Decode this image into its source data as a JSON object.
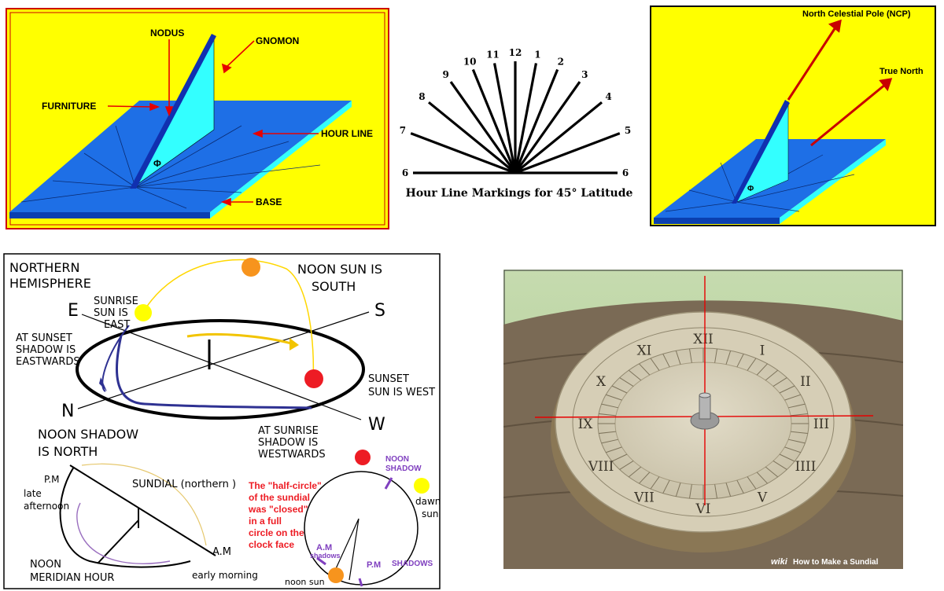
{
  "panel_sundial_parts": {
    "labels": {
      "nodus": "NODUS",
      "gnomon": "GNOMON",
      "furniture": "FURNITURE",
      "hour_line": "HOUR LINE",
      "base": "BASE",
      "phi": "Φ"
    },
    "colors": {
      "background": "#ffff00",
      "plate": "#1e6fe6",
      "gnomon": "#33ffff",
      "arrow": "#e60000",
      "border": "#cc0000"
    }
  },
  "panel_hour_lines": {
    "caption": "Hour Line Markings for 45° Latitude",
    "hours": [
      "6",
      "7",
      "8",
      "9",
      "10",
      "11",
      "12",
      "1",
      "2",
      "3",
      "4",
      "5",
      "6"
    ]
  },
  "panel_ncp": {
    "labels": {
      "ncp": "North Celestial Pole (NCP)",
      "true_north": "True North",
      "phi": "Φ"
    }
  },
  "panel_orientation": {
    "title_line1": "NORTHERN",
    "title_line2": "HEMISPHERE",
    "noon_sun_line1": "NOON SUN IS",
    "noon_sun_line2": "SOUTH",
    "sunrise_line1": "SUNRISE",
    "sunrise_line2": "SUN IS",
    "sunrise_line3": "EAST",
    "sunset_shadow_line1": "AT SUNSET",
    "sunset_shadow_line2": "SHADOW IS",
    "sunset_shadow_line3": "EASTWARDS",
    "sunset_sun_line1": "SUNSET",
    "sunset_sun_line2": "SUN IS WEST",
    "sunrise_shadow_line1": "AT SUNRISE",
    "sunrise_shadow_line2": "SHADOW IS",
    "sunrise_shadow_line3": "WESTWARDS",
    "noon_shadow_line1": "NOON SHADOW",
    "noon_shadow_line2": "IS NORTH",
    "compass": {
      "e": "E",
      "s": "S",
      "n": "N",
      "w": "W"
    },
    "pm": "P.M",
    "late_afternoon_line1": "late",
    "late_afternoon_line2": "afternoon",
    "sundial_northern": "SUNDIAL (northern )",
    "am": "A.M",
    "noon_meridian_line1": "NOON",
    "noon_meridian_line2": "MERIDIAN HOUR",
    "early_morning": "early morning",
    "half_circle_note": [
      "The \"half-circle\"",
      "of the sundial",
      "was \"closed\"",
      "in a full",
      "circle on the",
      "clock face"
    ],
    "noon_shadow_small_line1": "NOON",
    "noon_shadow_small_line2": "SHADOW",
    "dawn_sun_line1": "dawn",
    "dawn_sun_line2": "sun",
    "am_shadows_line1": "A.M",
    "am_shadows_line2": "shadows",
    "pm_small": "P.M",
    "shadows": "SHADOWS",
    "noon_sun": "noon sun",
    "colors": {
      "sun_orange": "#f7941d",
      "sun_yellow": "#ffff00",
      "sun_red": "#ed1c24",
      "arc_yellow": "#ffd700",
      "arc_blue": "#2e3192",
      "red_note": "#ed1c24",
      "purple": "#7f3fbf"
    }
  },
  "panel_dial_photo": {
    "numerals": [
      "XII",
      "I",
      "II",
      "III",
      "IIII",
      "V",
      "VI",
      "VII",
      "VIII",
      "IX",
      "X",
      "XI"
    ],
    "watermark_brand": "wiki",
    "watermark_text": "How to Make a Sundial",
    "colors": {
      "wood": "#7a6a55",
      "dial": "#d8d1bc",
      "crosshair": "#e60000"
    }
  }
}
